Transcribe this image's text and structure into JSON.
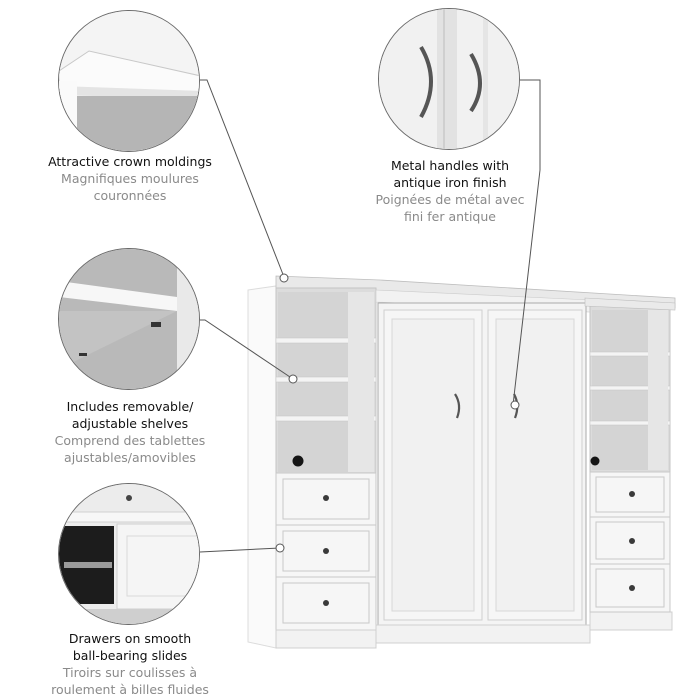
{
  "features": [
    {
      "id": "crown-moldings",
      "en": [
        "Attractive crown moldings"
      ],
      "fr": [
        "Magnifiques moulures",
        "couronnées"
      ]
    },
    {
      "id": "metal-handles",
      "en": [
        "Metal handles with",
        "antique iron finish"
      ],
      "fr": [
        "Poignées de métal avec",
        "fini fer antique"
      ]
    },
    {
      "id": "adjustable-shelves",
      "en": [
        "Includes removable/",
        "adjustable shelves"
      ],
      "fr": [
        "Comprend des tablettes",
        "ajustables/amovibles"
      ]
    },
    {
      "id": "drawer-slides",
      "en": [
        "Drawers on smooth",
        "ball-bearing slides"
      ],
      "fr": [
        "Tiroirs sur coulisses à",
        "roulement à billes fluides"
      ]
    }
  ],
  "colors": {
    "furniture": "#f4f4f4",
    "shadow": "#c9c9c9",
    "interior": "#d6d6d6",
    "line": "#555555",
    "handle": "#4a4a4a"
  }
}
